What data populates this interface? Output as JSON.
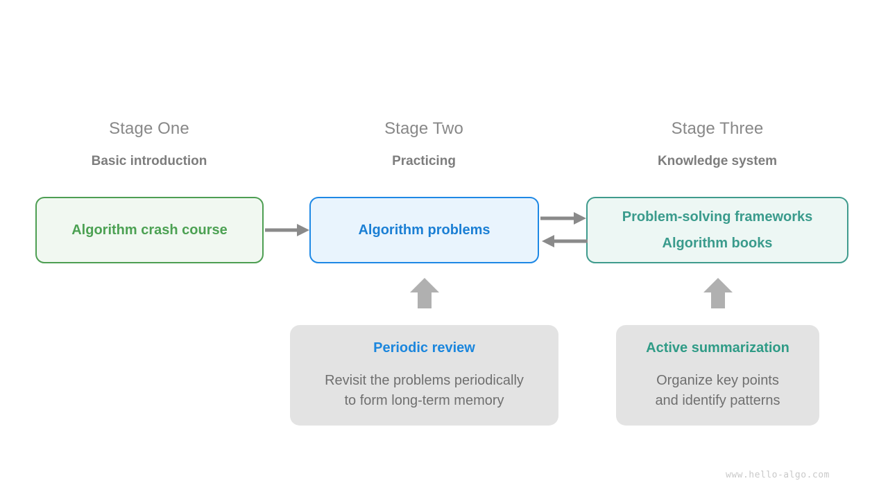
{
  "diagram": {
    "watermark": "www.hello-algo.com",
    "colors": {
      "green": "#4ca153",
      "blue": "#1b7fd4",
      "teal": "#3a9b8c",
      "gray_text": "#6f6f6f",
      "header_gray": "#888888",
      "arrow_gray": "#8a8a8a",
      "note_bg": "#e3e3e3"
    },
    "stages": [
      {
        "title": "Stage One",
        "subtitle": "Basic introduction",
        "box_lines": [
          "Algorithm crash course"
        ]
      },
      {
        "title": "Stage Two",
        "subtitle": "Practicing",
        "box_lines": [
          "Algorithm problems"
        ]
      },
      {
        "title": "Stage Three",
        "subtitle": "Knowledge system",
        "box_lines": [
          "Problem-solving frameworks",
          "Algorithm books"
        ]
      }
    ],
    "notes": [
      {
        "title": "Periodic review",
        "body_lines": [
          "Revisit the problems periodically",
          "to form long-term memory"
        ]
      },
      {
        "title": "Active summarization",
        "body_lines": [
          "Organize key points",
          "and identify patterns"
        ]
      }
    ]
  }
}
